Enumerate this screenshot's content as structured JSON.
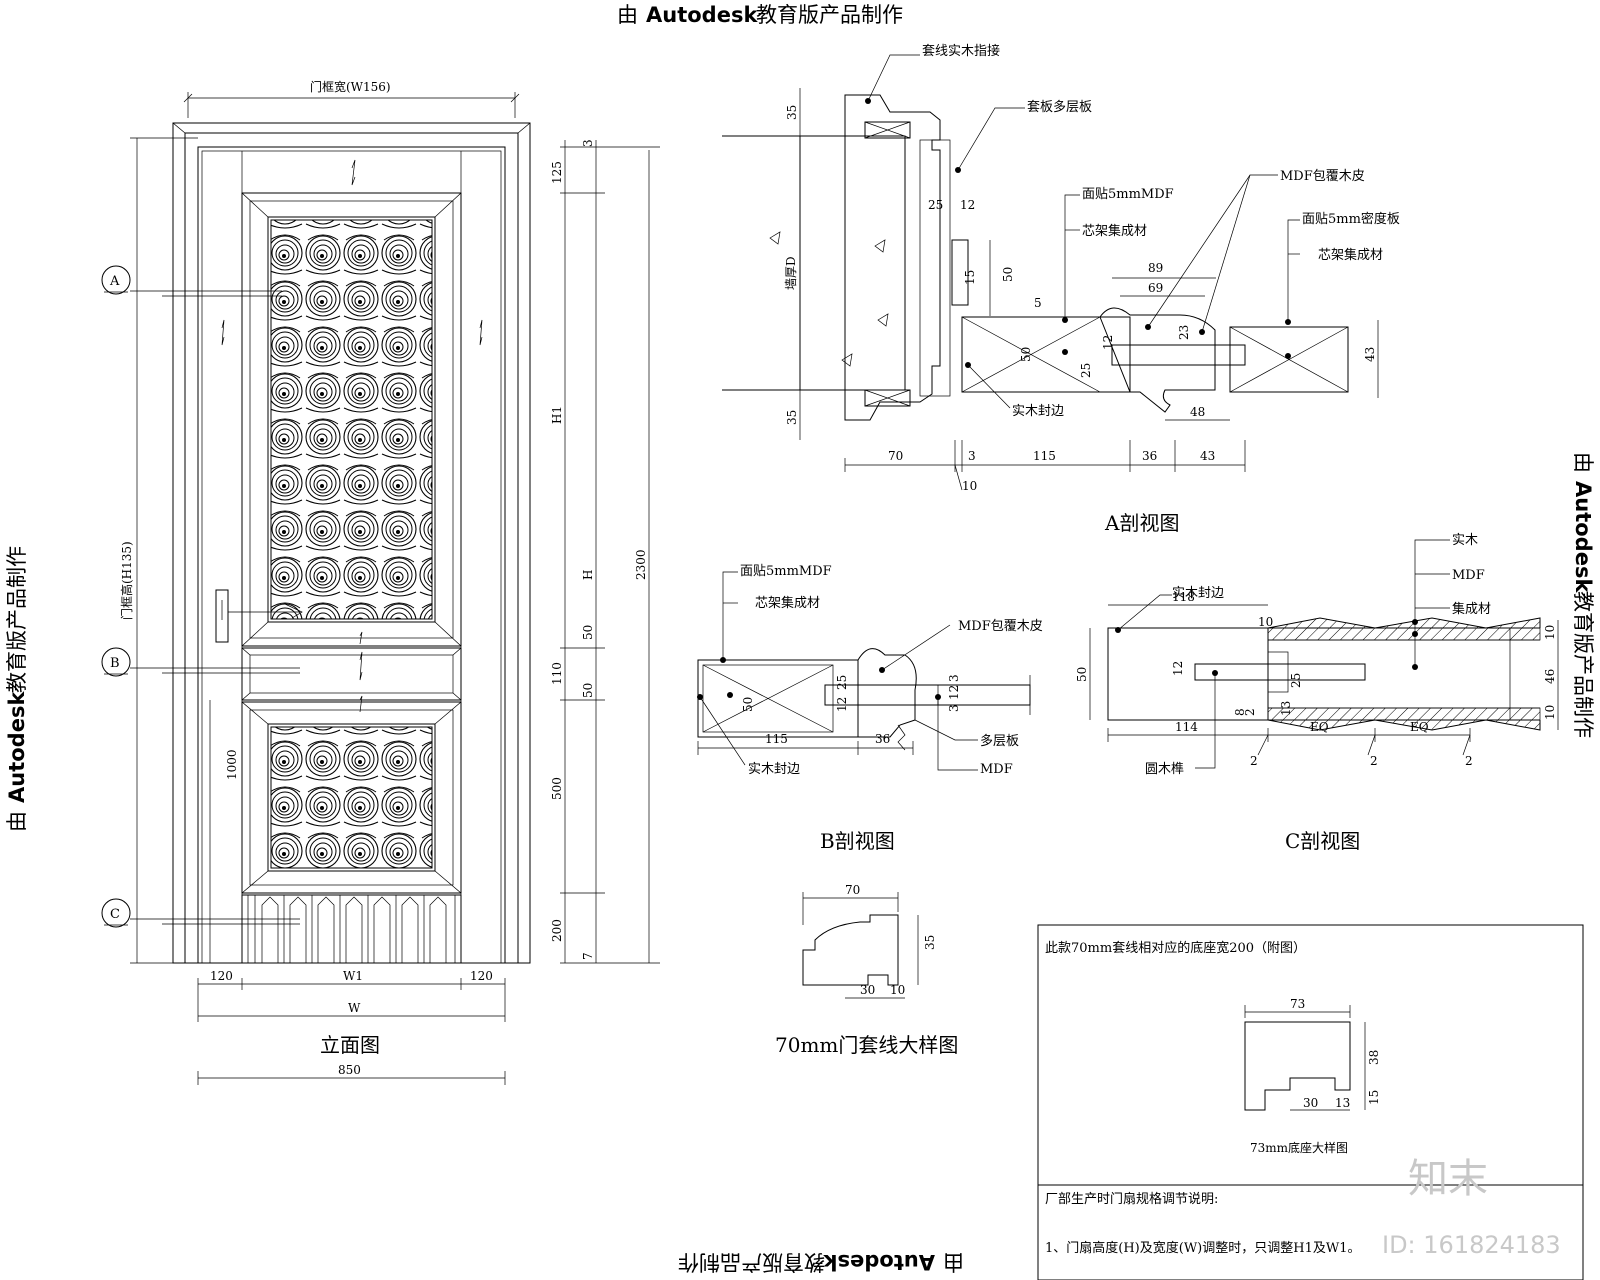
{
  "watermark": {
    "prefix": "由",
    "brand": "Autodesk",
    "suffix": "教育版产品制作"
  },
  "elevation": {
    "title": "立面图",
    "labels": {
      "frame_width": "门框宽(W156)",
      "frame_height": "门框高(H135)",
      "w1": "W1",
      "w": "W",
      "h": "H",
      "h1": "H1"
    },
    "sections": [
      "A",
      "B",
      "C"
    ],
    "dims_bottom": [
      "120",
      "120",
      "850"
    ],
    "dims_right": [
      "3",
      "125",
      "50",
      "110",
      "50",
      "500",
      "200",
      "7",
      "2300"
    ],
    "dims_left": [
      "1000"
    ]
  },
  "section_a": {
    "title": "A剖视图",
    "labels": [
      "套线实木指接",
      "套板多层板",
      "MDF包覆木皮",
      "面贴5mmMDF",
      "芯架集成材",
      "面贴5mm密度板",
      "芯架集成材",
      "实木封边",
      "墙厚D"
    ],
    "dims": [
      "35",
      "35",
      "25",
      "12",
      "15",
      "50",
      "5",
      "89",
      "69",
      "23",
      "50",
      "12",
      "25",
      "43",
      "48",
      "70",
      "3",
      "115",
      "36",
      "43",
      "10"
    ]
  },
  "section_b": {
    "title": "B剖视图",
    "labels": [
      "面贴5mmMDF",
      "芯架集成材",
      "MDF包覆木皮",
      "多层板",
      "MDF",
      "实木封边"
    ],
    "dims": [
      "50",
      "25",
      "12",
      "3",
      "12",
      "3",
      "115",
      "36"
    ]
  },
  "section_c": {
    "title": "C剖视图",
    "labels": [
      "实木封边",
      "实木",
      "MDF",
      "集成材",
      "圆木榫"
    ],
    "dims": [
      "118",
      "10",
      "50",
      "12",
      "25",
      "8",
      "2",
      "13",
      "10",
      "46",
      "10",
      "114",
      "EQ",
      "EQ",
      "2",
      "2",
      "2"
    ]
  },
  "trim_detail": {
    "title": "70mm门套线大样图",
    "dims": [
      "70",
      "35",
      "30",
      "10"
    ]
  },
  "note_box": {
    "heading": "此款70mm套线相对应的底座宽200（附图）",
    "sub_title": "73mm底座大样图",
    "dims": [
      "73",
      "38",
      "15",
      "30",
      "13"
    ],
    "note_title": "厂部生产时门扇规格调节说明:",
    "note_line": "1、门扇高度(H)及宽度(W)调整时，只调整H1及W1。"
  },
  "site_logo": {
    "brand": "知末",
    "id": "ID: 161824183"
  }
}
